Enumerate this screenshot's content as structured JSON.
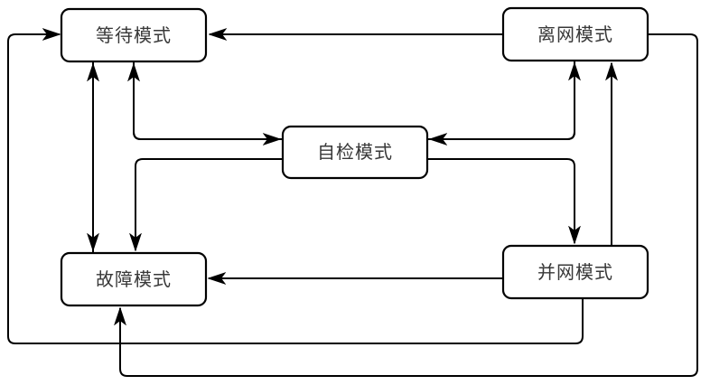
{
  "diagram": {
    "type": "state-transition-diagram",
    "background_color": "#ffffff",
    "line_color": "#000000",
    "node_fill_color": "#ffffff",
    "node_border_color": "#000000",
    "label_color": "#383838",
    "nodes": [
      {
        "id": "wait",
        "label": "等待模式"
      },
      {
        "id": "offgrid",
        "label": "离网模式"
      },
      {
        "id": "selfcheck",
        "label": "自检模式"
      },
      {
        "id": "fault",
        "label": "故障模式"
      },
      {
        "id": "grid",
        "label": "并网模式"
      }
    ],
    "edges": [
      {
        "from": "offgrid",
        "to": "wait"
      },
      {
        "from": "grid",
        "to": "wait"
      },
      {
        "from": "fault",
        "to": "wait"
      },
      {
        "from": "wait",
        "to": "fault"
      },
      {
        "from": "wait",
        "to": "selfcheck"
      },
      {
        "from": "selfcheck",
        "to": "wait"
      },
      {
        "from": "selfcheck",
        "to": "fault"
      },
      {
        "from": "selfcheck",
        "to": "offgrid"
      },
      {
        "from": "offgrid",
        "to": "selfcheck"
      },
      {
        "from": "selfcheck",
        "to": "grid"
      },
      {
        "from": "grid",
        "to": "offgrid"
      },
      {
        "from": "grid",
        "to": "fault"
      },
      {
        "from": "offgrid",
        "to": "fault"
      }
    ]
  }
}
